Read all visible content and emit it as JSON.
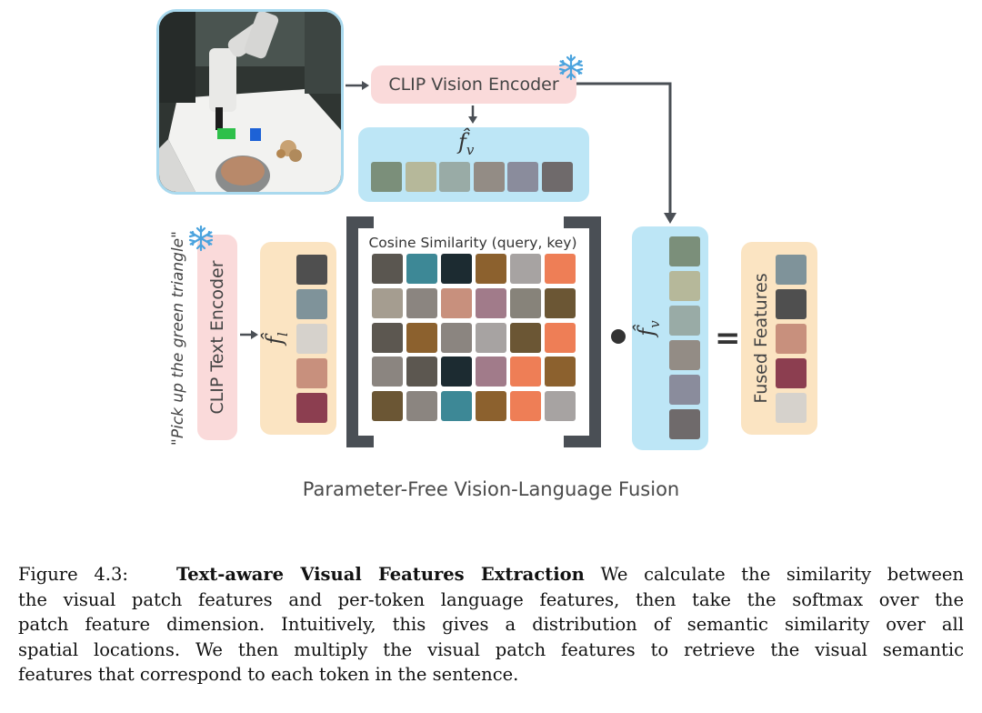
{
  "clip_vision_label": "CLIP Vision Encoder",
  "clip_text_label": "CLIP Text Encoder",
  "instruction": "\"Pick up the green triangle\"",
  "fv_symbol": "f̂",
  "fv_sub": "v",
  "fl_sub": "l",
  "cosine_label": "Cosine Similarity (query, key)",
  "fused_label": "Fused Features",
  "dot": "•",
  "equals": "=",
  "diagram_title": "Parameter-Free Vision-Language Fusion",
  "caption": {
    "prefix": "Figure 4.3:",
    "bold": "Text-aware Visual Features Extraction",
    "lines": [
      " We calculate the similarity between",
      "the visual patch features and per-token language features, then take the softmax over the",
      "patch feature dimension. Intuitively, this gives a distribution of semantic similarity over all",
      "spatial locations. We then multiply the visual patch features to retrieve the visual semantic",
      "features that correspond to each token in the sentence."
    ]
  },
  "colors": {
    "fv_top": [
      "#7b8f7a",
      "#b6b89a",
      "#99aba6",
      "#938c85",
      "#8a8c9c",
      "#6f6a6b"
    ],
    "fl": [
      "#4f4f4f",
      "#7f939a",
      "#d6d2cc",
      "#c8907d",
      "#8c3e50"
    ],
    "fv_right": [
      "#7b8f7a",
      "#b6b89a",
      "#99aba6",
      "#938c85",
      "#8a8c9c",
      "#6f6a6b"
    ],
    "fused": [
      "#7f939a",
      "#4f4f4f",
      "#c8907d",
      "#8c3e50",
      "#d6d2cc"
    ],
    "matrix": [
      [
        "#5a5650",
        "#3d8896",
        "#1c2b31",
        "#8c612e",
        "#a7a3a2",
        "#ee7e56"
      ],
      [
        "#a59d90",
        "#8b8580",
        "#c8907d",
        "#a17b8a",
        "#87837a",
        "#6b5634"
      ],
      [
        "#5c5750",
        "#8c612e",
        "#8b8580",
        "#a7a3a2",
        "#6b5634",
        "#ee7e56"
      ],
      [
        "#8b8580",
        "#5c5750",
        "#1c2b31",
        "#a17b8a",
        "#ee7e56",
        "#8c612e"
      ],
      [
        "#6b5634",
        "#8b8580",
        "#3d8896",
        "#8c612e",
        "#ee7e56",
        "#a7a3a2"
      ]
    ],
    "snowflake": "#4aa3de"
  }
}
